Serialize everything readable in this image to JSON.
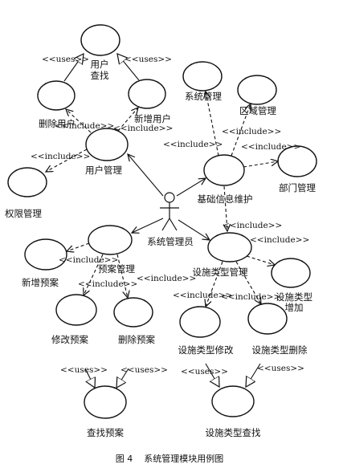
{
  "usecases": {
    "user_query": "用户\n查找",
    "delete_user": "删除用户",
    "add_user": "新增用户",
    "user_mgmt": "用户管理",
    "permission_mgmt": "权限管理",
    "system_mgmt": "系统管理",
    "region_mgmt": "区域管理",
    "dept_mgmt": "部门管理",
    "basic_info": "基础信息维护",
    "plan_mgmt": "预案管理",
    "add_plan": "新增预案",
    "modify_plan": "修改预案",
    "delete_plan": "删除预案",
    "find_plan": "查找预案",
    "facility_type_mgmt": "设施类型管理",
    "facility_type_add": "设施类型\n增加",
    "facility_type_modify": "设施类型修改",
    "facility_type_delete": "设施类型删除",
    "facility_type_find": "设施类型查找"
  },
  "actor": {
    "label": "系统管理员"
  },
  "stereotypes": {
    "uses": "<<uses>>",
    "include": "<<include>>"
  },
  "caption": "图 4    系统管理模块用例图"
}
